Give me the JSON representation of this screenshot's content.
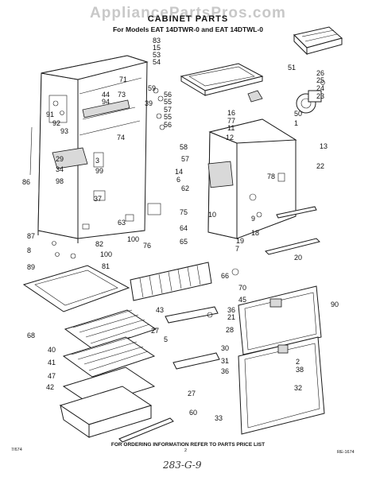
{
  "watermark": "AppliancePartsPros.com",
  "title": "CABINET PARTS",
  "subtitle": "For Models EAT 14DTWR-0 and EAT 14DTWL-0",
  "footer": "FOR ORDERING INFORMATION REFER TO PARTS PRICE LIST",
  "code_left": "7/674",
  "code_right": "RE-1674",
  "page_number": "2",
  "handwritten_note": "283-G-9",
  "parts": [
    {
      "n": "83"
    },
    {
      "n": "15"
    },
    {
      "n": "53"
    },
    {
      "n": "54"
    },
    {
      "n": "71"
    },
    {
      "n": "44"
    },
    {
      "n": "94"
    },
    {
      "n": "73"
    },
    {
      "n": "91"
    },
    {
      "n": "92"
    },
    {
      "n": "93"
    },
    {
      "n": "74"
    },
    {
      "n": "59"
    },
    {
      "n": "56"
    },
    {
      "n": "55"
    },
    {
      "n": "39"
    },
    {
      "n": "57"
    },
    {
      "n": "55"
    },
    {
      "n": "56"
    },
    {
      "n": "51"
    },
    {
      "n": "26"
    },
    {
      "n": "25"
    },
    {
      "n": "24"
    },
    {
      "n": "23"
    },
    {
      "n": "50"
    },
    {
      "n": "1"
    },
    {
      "n": "16"
    },
    {
      "n": "77"
    },
    {
      "n": "11"
    },
    {
      "n": "12"
    },
    {
      "n": "29"
    },
    {
      "n": "34"
    },
    {
      "n": "3"
    },
    {
      "n": "98"
    },
    {
      "n": "99"
    },
    {
      "n": "58"
    },
    {
      "n": "57"
    },
    {
      "n": "62"
    },
    {
      "n": "14"
    },
    {
      "n": "6"
    },
    {
      "n": "13"
    },
    {
      "n": "22"
    },
    {
      "n": "86"
    },
    {
      "n": "37"
    },
    {
      "n": "75"
    },
    {
      "n": "78"
    },
    {
      "n": "10"
    },
    {
      "n": "18"
    },
    {
      "n": "19"
    },
    {
      "n": "9"
    },
    {
      "n": "7"
    },
    {
      "n": "20"
    },
    {
      "n": "87"
    },
    {
      "n": "8"
    },
    {
      "n": "89"
    },
    {
      "n": "63"
    },
    {
      "n": "100"
    },
    {
      "n": "82"
    },
    {
      "n": "100"
    },
    {
      "n": "81"
    },
    {
      "n": "76"
    },
    {
      "n": "64"
    },
    {
      "n": "65"
    },
    {
      "n": "66"
    },
    {
      "n": "70"
    },
    {
      "n": "45"
    },
    {
      "n": "43"
    },
    {
      "n": "36"
    },
    {
      "n": "21"
    },
    {
      "n": "90"
    },
    {
      "n": "68"
    },
    {
      "n": "28"
    },
    {
      "n": "27"
    },
    {
      "n": "5"
    },
    {
      "n": "40"
    },
    {
      "n": "41"
    },
    {
      "n": "30"
    },
    {
      "n": "31"
    },
    {
      "n": "36"
    },
    {
      "n": "2"
    },
    {
      "n": "38"
    },
    {
      "n": "47"
    },
    {
      "n": "42"
    },
    {
      "n": "27"
    },
    {
      "n": "32"
    },
    {
      "n": "60"
    },
    {
      "n": "33"
    }
  ]
}
